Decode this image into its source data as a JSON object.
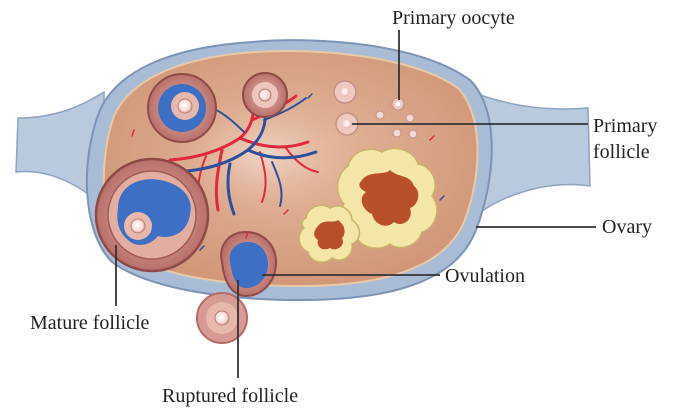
{
  "labels": {
    "primary_oocyte": "Primary oocyte",
    "primary_follicle": "Primary follicle",
    "ovary": "Ovary",
    "ovulation": "Ovulation",
    "mature_follicle": "Mature follicle",
    "ruptured_follicle": "Ruptured follicle"
  },
  "colors": {
    "ligament": "#b9cadf",
    "ovary_rim": "#9fb3cf",
    "ovary_body": "#d9a586",
    "stroma": "#e0b095",
    "follicle_wall": "#b86f6a",
    "follicle_fluid": "#3d6fc4",
    "oocyte": "#f7e3dc",
    "corpus_yellow": "#f4e6a6",
    "corpus_core": "#b94e2a",
    "artery": "#e0293b",
    "vein": "#2c4f9e",
    "leader_line": "#333333"
  }
}
